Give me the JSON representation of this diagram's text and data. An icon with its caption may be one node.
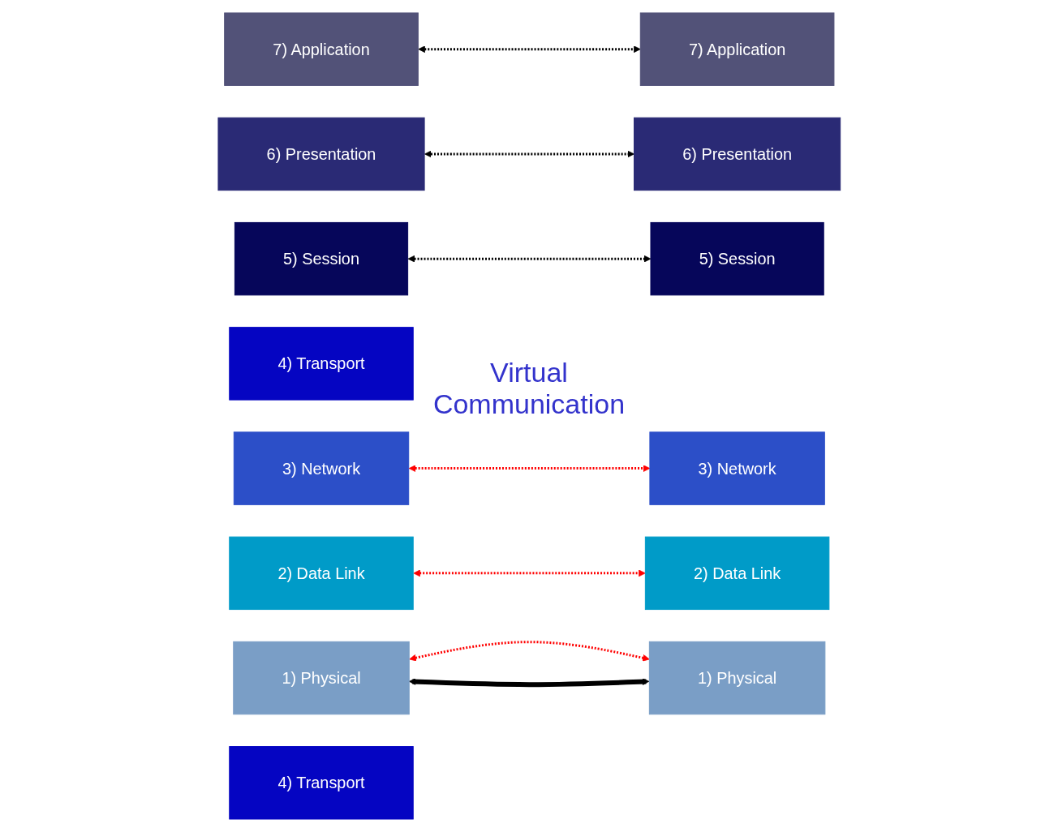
{
  "diagram": {
    "nodes": [
      {
        "text": [
          "7) Application"
        ]
      },
      {
        "text": [
          "6) Presentation"
        ]
      },
      {
        "text": [
          "5) Session"
        ]
      },
      {
        "text": [
          "4) Transport"
        ]
      },
      {
        "text": [
          "3) Network"
        ]
      },
      {
        "text": [
          "2) Data Link"
        ]
      },
      {
        "text": [
          "1) Physical"
        ]
      },
      {
        "text": [
          "7) Application"
        ]
      },
      {
        "text": [
          "6) Presentation"
        ]
      },
      {
        "text": [
          "5) Session"
        ]
      },
      {
        "text": [
          "4) Transport"
        ]
      },
      {
        "text": [
          "3) Network"
        ]
      },
      {
        "text": [
          "2) Data Link"
        ]
      },
      {
        "text": [
          "1) Physical"
        ]
      }
    ],
    "edges": [
      {
        "from": 0,
        "to": 7,
        "arrow": "both",
        "style": "dashed"
      },
      {
        "from": 1,
        "to": 8,
        "arrow": "both",
        "style": "dashed"
      },
      {
        "from": 2,
        "to": 9,
        "arrow": "both",
        "style": "dashed"
      },
      {
        "from": 4,
        "to": 11,
        "arrow": "both",
        "style": "dashed",
        "color": "#ff0000"
      },
      {
        "from": 5,
        "to": 12,
        "arrow": "both",
        "style": "dashed",
        "color": "#ff0000"
      },
      {
        "from": 6,
        "to": 13,
        "arrow": "both",
        "style": "dashed",
        "color": "#ff0000"
      },
      {
        "from": 13,
        "to": 6,
        "arrow": "both",
        "style": "thick"
      }
    ],
    "labels": [
      "Virtual Communication"
    ]
  }
}
